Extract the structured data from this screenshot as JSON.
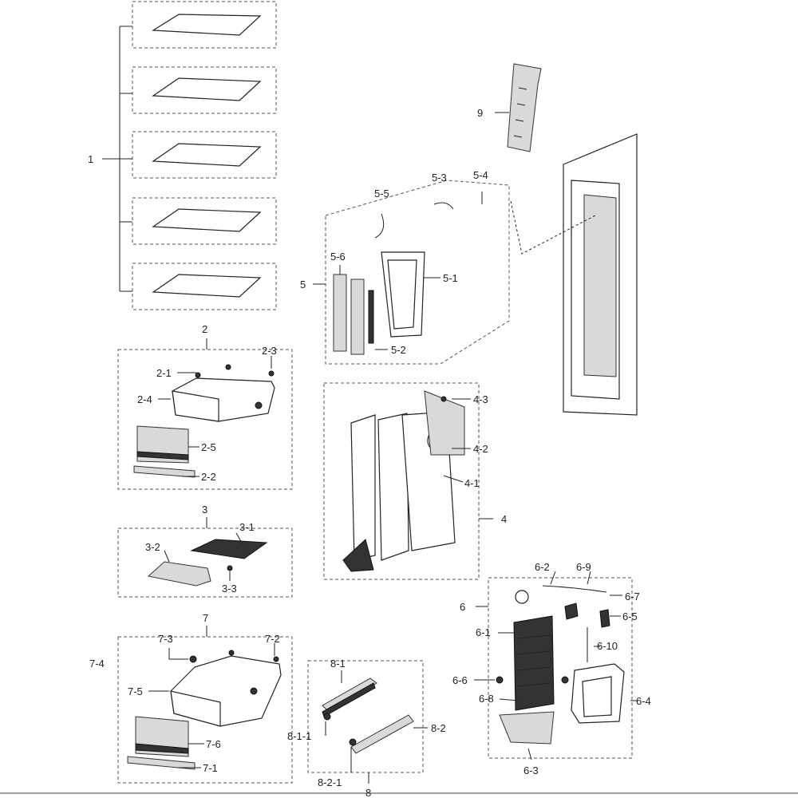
{
  "labels": {
    "l1": "1",
    "l2": "2",
    "l2_1": "2-1",
    "l2_2": "2-2",
    "l2_3": "2-3",
    "l2_4": "2-4",
    "l2_5": "2-5",
    "l3": "3",
    "l3_1": "3-1",
    "l3_2": "3-2",
    "l3_3": "3-3",
    "l4": "4",
    "l4_1": "4-1",
    "l4_2": "4-2",
    "l4_3": "4-3",
    "l5": "5",
    "l5_1": "5-1",
    "l5_2": "5-2",
    "l5_3": "5-3",
    "l5_4": "5-4",
    "l5_5": "5-5",
    "l5_6": "5-6",
    "l6": "6",
    "l6_1": "6-1",
    "l6_2": "6-2",
    "l6_3": "6-3",
    "l6_4": "6-4",
    "l6_5": "6-5",
    "l6_6": "6-6",
    "l6_7": "6-7",
    "l6_8": "6-8",
    "l6_9": "6-9",
    "l6_10": "6-10",
    "l7": "7",
    "l7_1": "7-1",
    "l7_2": "7-2",
    "l7_3": "7-3",
    "l7_4": "7-4",
    "l7_5": "7-5",
    "l7_6": "7-6",
    "l8": "8",
    "l8_1": "8-1",
    "l8_1_1": "8-1-1",
    "l8_2": "8-2",
    "l8_2_1": "8-2-1",
    "l9": "9"
  }
}
